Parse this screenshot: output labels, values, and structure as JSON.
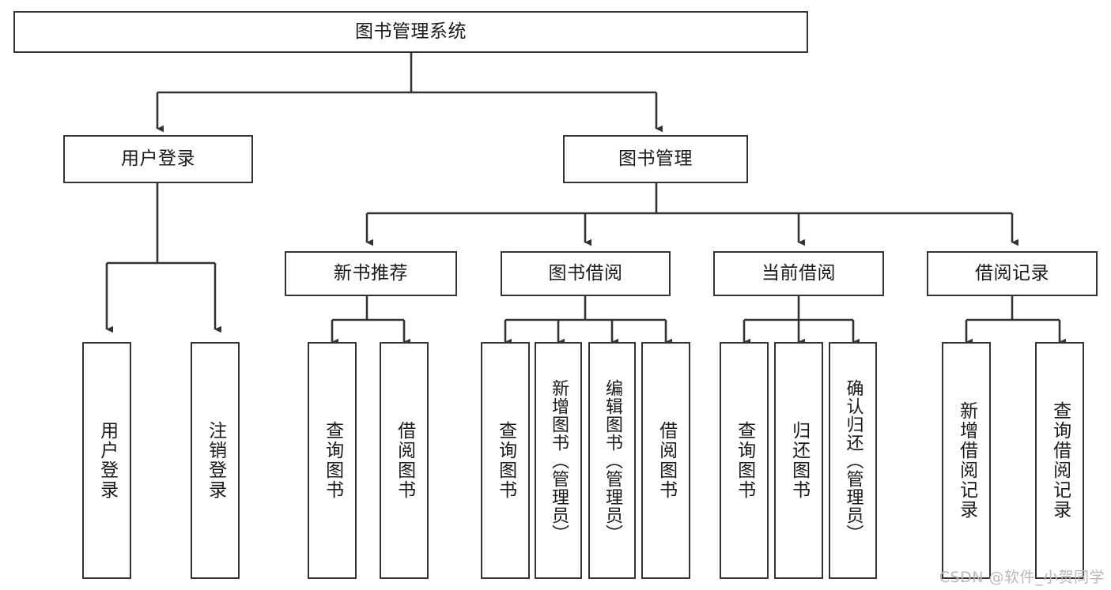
{
  "diagram": {
    "title": "图书管理系统",
    "type": "tree-hierarchy-diagram",
    "colors": {
      "box_border": "#333333",
      "box_fill": "#ffffff",
      "edge": "#333333",
      "text": "#1a1a1a",
      "watermark": "#b9b9b9",
      "background": "#ffffff"
    },
    "root": {
      "label": "图书管理系统"
    },
    "level2": [
      {
        "label": "用户登录"
      },
      {
        "label": "图书管理"
      }
    ],
    "level3": [
      {
        "label": "新书推荐"
      },
      {
        "label": "图书借阅"
      },
      {
        "label": "当前借阅"
      },
      {
        "label": "借阅记录"
      }
    ],
    "leaves": {
      "user_login": [
        {
          "label": "用户登录"
        },
        {
          "label": "注销登录"
        }
      ],
      "new_book_recommend": [
        {
          "label": "查询图书"
        },
        {
          "label": "借阅图书"
        }
      ],
      "book_borrow": [
        {
          "label": "查询图书"
        },
        {
          "label": "新增图书（管理员）"
        },
        {
          "label": "编辑图书（管理员）"
        },
        {
          "label": "借阅图书"
        }
      ],
      "current_borrow": [
        {
          "label": "查询图书"
        },
        {
          "label": "归还图书"
        },
        {
          "label": "确认归还（管理员）"
        }
      ],
      "borrow_record": [
        {
          "label": "新增借阅记录"
        },
        {
          "label": "查询借阅记录"
        }
      ]
    },
    "watermark": "CSDN @软件_小贺同学"
  }
}
